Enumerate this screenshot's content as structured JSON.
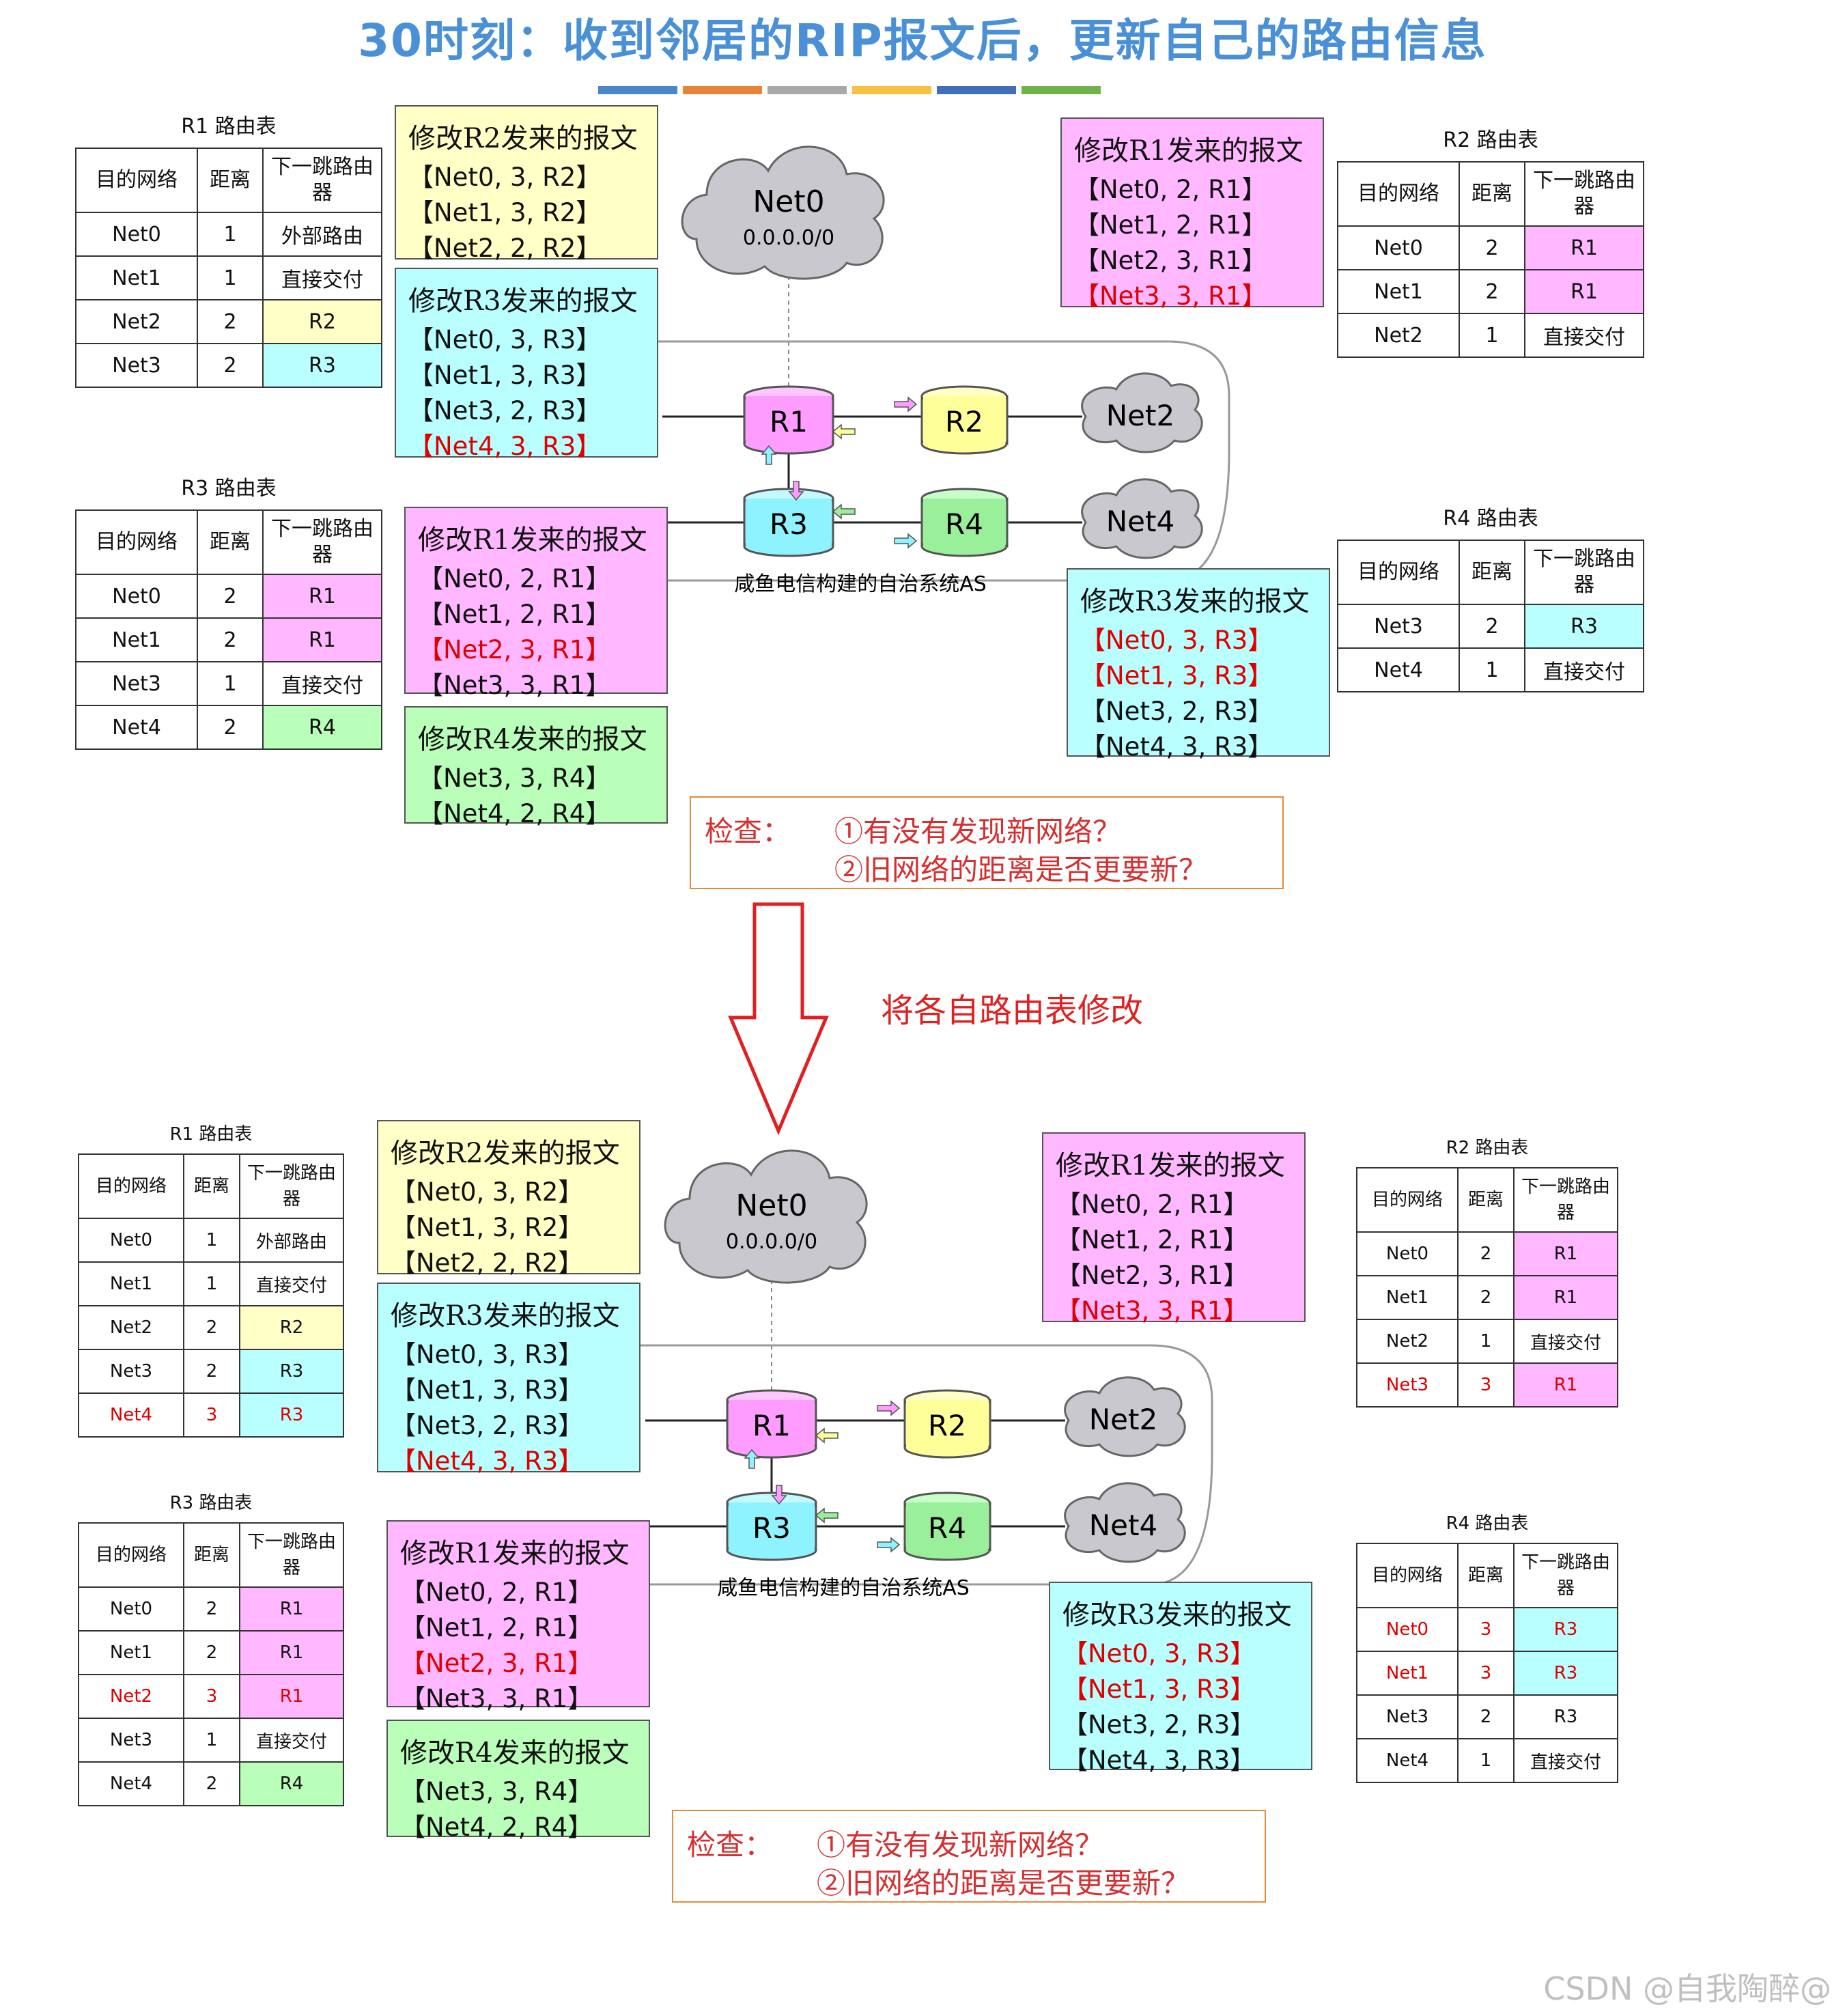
{
  "title": "30时刻：收到邻居的RIP报文后，更新自己的路由信息",
  "colors": {
    "title": "#4a90d6",
    "yellow": "#ffffc6",
    "cyan": "#b9ffff",
    "magenta": "#ffb8ff",
    "green": "#b9ffb9",
    "red": "#dd0000",
    "check_border": "#e68a3c"
  },
  "colorbar": [
    "#4a86c8",
    "#e8833a",
    "#a8a8a8",
    "#f5c242",
    "#3f6fb8",
    "#6fb24a"
  ],
  "headers": {
    "dest": "目的网络",
    "dist": "距离",
    "next": "下一跳路由器"
  },
  "diagram": {
    "cloud_net0": "Net0",
    "cloud_net0_addr": "0.0.0.0/0",
    "r1": "R1",
    "r2": "R2",
    "r3": "R3",
    "r4": "R4",
    "net2": "Net2",
    "net4": "Net4",
    "as_label": "咸鱼电信构建的自治系统AS"
  },
  "check": {
    "label": "检查：",
    "q1": "①有没有发现新网络？",
    "q2": "②旧网络的距离是否更要新？"
  },
  "arrow_label": "将各自路由表修改",
  "watermark": "CSDN @自我陶醉@",
  "before": {
    "r1": {
      "caption": "R1 路由表",
      "rows": [
        {
          "dest": "Net0",
          "dist": "1",
          "next": "外部路由"
        },
        {
          "dest": "Net1",
          "dist": "1",
          "next": "直接交付"
        },
        {
          "dest": "Net2",
          "dist": "2",
          "next": "R2"
        },
        {
          "dest": "Net3",
          "dist": "2",
          "next": "R3"
        }
      ]
    },
    "r3": {
      "caption": "R3 路由表",
      "rows": [
        {
          "dest": "Net0",
          "dist": "2",
          "next": "R1"
        },
        {
          "dest": "Net1",
          "dist": "2",
          "next": "R1"
        },
        {
          "dest": "Net3",
          "dist": "1",
          "next": "直接交付"
        },
        {
          "dest": "Net4",
          "dist": "2",
          "next": "R4"
        }
      ]
    },
    "r2": {
      "caption": "R2 路由表",
      "rows": [
        {
          "dest": "Net0",
          "dist": "2",
          "next": "R1"
        },
        {
          "dest": "Net1",
          "dist": "2",
          "next": "R1"
        },
        {
          "dest": "Net2",
          "dist": "1",
          "next": "直接交付"
        }
      ]
    },
    "r4": {
      "caption": "R4 路由表",
      "rows": [
        {
          "dest": "Net3",
          "dist": "2",
          "next": "R3"
        },
        {
          "dest": "Net4",
          "dist": "1",
          "next": "直接交付"
        }
      ]
    }
  },
  "after": {
    "r1": {
      "caption": "R1 路由表",
      "rows": [
        {
          "dest": "Net0",
          "dist": "1",
          "next": "外部路由"
        },
        {
          "dest": "Net1",
          "dist": "1",
          "next": "直接交付"
        },
        {
          "dest": "Net2",
          "dist": "2",
          "next": "R2"
        },
        {
          "dest": "Net3",
          "dist": "2",
          "next": "R3"
        },
        {
          "dest": "Net4",
          "dist": "3",
          "next": "R3"
        }
      ]
    },
    "r3": {
      "caption": "R3 路由表",
      "rows": [
        {
          "dest": "Net0",
          "dist": "2",
          "next": "R1"
        },
        {
          "dest": "Net1",
          "dist": "2",
          "next": "R1"
        },
        {
          "dest": "Net2",
          "dist": "3",
          "next": "R1"
        },
        {
          "dest": "Net3",
          "dist": "1",
          "next": "直接交付"
        },
        {
          "dest": "Net4",
          "dist": "2",
          "next": "R4"
        }
      ]
    },
    "r2": {
      "caption": "R2 路由表",
      "rows": [
        {
          "dest": "Net0",
          "dist": "2",
          "next": "R1"
        },
        {
          "dest": "Net1",
          "dist": "2",
          "next": "R1"
        },
        {
          "dest": "Net2",
          "dist": "1",
          "next": "直接交付"
        },
        {
          "dest": "Net3",
          "dist": "3",
          "next": "R1"
        }
      ]
    },
    "r4": {
      "caption": "R4 路由表",
      "rows": [
        {
          "dest": "Net0",
          "dist": "3",
          "next": "R3"
        },
        {
          "dest": "Net1",
          "dist": "3",
          "next": "R3"
        },
        {
          "dest": "Net3",
          "dist": "2",
          "next": "R3"
        },
        {
          "dest": "Net4",
          "dist": "1",
          "next": "直接交付"
        }
      ]
    }
  },
  "messages": {
    "from_r2_to_r1": {
      "title": "修改R2发来的报文",
      "entries": [
        "【Net0, 3, R2】",
        "【Net1, 3, R2】",
        "【Net2, 2, R2】"
      ]
    },
    "from_r3_to_r1": {
      "title": "修改R3发来的报文",
      "entries": [
        "【Net0, 3, R3】",
        "【Net1, 3, R3】",
        "【Net3, 2, R3】",
        "【Net4, 3, R3】"
      ]
    },
    "from_r1_to_r2": {
      "title": "修改R1发来的报文",
      "entries": [
        "【Net0, 2, R1】",
        "【Net1, 2, R1】",
        "【Net2, 3, R1】",
        "【Net3, 3, R1】"
      ]
    },
    "from_r1_to_r3": {
      "title": "修改R1发来的报文",
      "entries": [
        "【Net0, 2, R1】",
        "【Net1, 2, R1】",
        "【Net2, 3, R1】",
        "【Net3, 3, R1】"
      ]
    },
    "from_r4_to_r3": {
      "title": "修改R4发来的报文",
      "entries": [
        "【Net3, 3, R4】",
        "【Net4, 2, R4】"
      ]
    },
    "from_r3_to_r4": {
      "title": "修改R3发来的报文",
      "entries": [
        "【Net0, 3, R3】",
        "【Net1, 3, R3】",
        "【Net3, 2, R3】",
        "【Net4, 3, R3】"
      ]
    }
  }
}
